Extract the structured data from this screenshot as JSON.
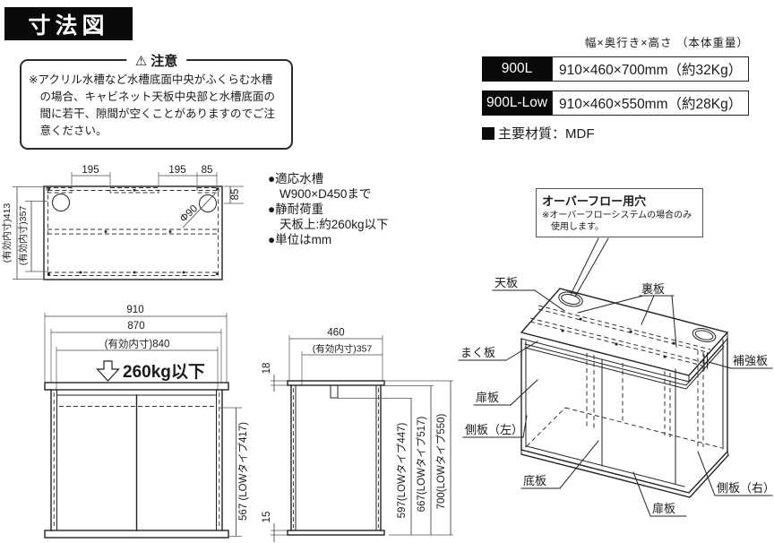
{
  "header": {
    "title": "寸法図"
  },
  "notice": {
    "icon": "⚠",
    "title": "注意",
    "body": "※アクリル水槽など水槽底面中央がふくらむ水槽\n　の場合、キャビネット天板中央部と水槽底面の\n　間に若干、隙間が空くことがありますのでご注\n　意ください。"
  },
  "spec": {
    "header": "幅×奥行き×高さ （本体重量）",
    "rows": [
      {
        "model": "900L",
        "dims": "910×460×700mm（約32Kg）"
      },
      {
        "model": "900L-Low",
        "dims": "910×460×550mm（約28Kg）"
      }
    ],
    "material_bullet": "■",
    "material": "主要材質：MDF"
  },
  "notes": {
    "b1_label": "●適応水槽",
    "b1_value": "W900×D450まで",
    "b2_label": "●静耐荷重",
    "b2_value": "天板上:約260kg以下",
    "b3_label": "●単位はmm"
  },
  "top_view": {
    "dim_a": "195",
    "dim_b": "195",
    "dim_c": "85",
    "dim_d": "85",
    "hole": "Φ90",
    "inner_depth_outer": "(有効内寸)413",
    "inner_depth_inner": "(有効内寸)357"
  },
  "front_view": {
    "width": "910",
    "body_width": "870",
    "inner_width": "(有効内寸)840",
    "load": "260kg以下",
    "height": "567 (LOWタイプ417)"
  },
  "side_view": {
    "depth": "460",
    "inner_depth": "(有効内寸)357",
    "top_thickness": "18",
    "bottom_thickness": "15",
    "h_inner": "597(LOWタイプ447)",
    "h_mid": "667(LOWタイプ517)",
    "h_outer": "700(LOWタイプ550)"
  },
  "callout": {
    "title": "オーバーフロー用穴",
    "body": "※オーバーフローシステムの場合のみ\n　使用します。"
  },
  "iso_labels": {
    "top_panel": "天板",
    "back_panel": "裏板",
    "skirt_panel": "まく板",
    "reinforce_panel": "補強板",
    "door_upper": "扉板",
    "side_left": "側板（左）",
    "bottom_panel": "底板",
    "door_lower": "扉板",
    "side_right": "側板（右）"
  },
  "colors": {
    "ink": "#1a1a1a",
    "box_fill": "#0a0a0a"
  }
}
